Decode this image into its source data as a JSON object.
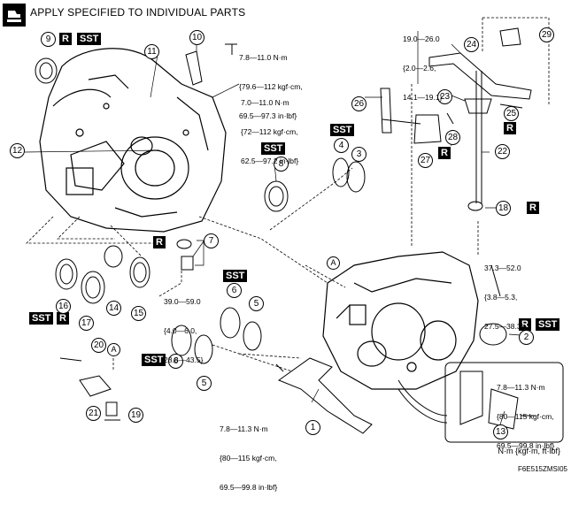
{
  "header": {
    "title": "APPLY SPECIFIED TO INDIVIDUAL PARTS"
  },
  "badges": {
    "r": "R",
    "sst": "SST"
  },
  "callouts": {
    "c1": "1",
    "c2": "2",
    "c3": "3",
    "c4": "4",
    "c5": "5",
    "c6": "6",
    "c7": "7",
    "c8": "8",
    "c9": "9",
    "c10": "10",
    "c11": "11",
    "c12": "12",
    "c13": "13",
    "c14": "14",
    "c15": "15",
    "c16": "16",
    "c17": "17",
    "c18": "18",
    "c19": "19",
    "c20": "20",
    "c21": "21",
    "c22": "22",
    "c23": "23",
    "c24": "24",
    "c25": "25",
    "c26": "26",
    "c27": "27",
    "c28": "28",
    "c29": "29"
  },
  "letters": {
    "a": "A"
  },
  "torques": {
    "t10": [
      "7.8—11.0 N·m",
      "{79.6—112 kgf·cm,",
      "69.5—97.3 in·lbf}"
    ],
    "t12": [
      "7.0—11.0 N·m",
      "{72—112 kgf·cm,",
      "62.5—97.2 in·lbf}"
    ],
    "t26": [
      "19.0—26.0",
      "{2.0—2.6,",
      "14.1—19.1}"
    ],
    "t7": [
      "39.0—59.0",
      "{4.0—6.0,",
      "28.8—43.5}"
    ],
    "t2": [
      "37.3—52.0",
      "{3.8—5.3,",
      "27.5—38.3}"
    ],
    "t1": [
      "7.8—11.3 N·m",
      "{80—115 kgf·cm,",
      "69.5—99.8 in·lbf}"
    ],
    "t13": [
      "7.8—11.3 N·m",
      "{80—115 kgf·cm,",
      "69.5—99.8 in·lbf}"
    ]
  },
  "legend": "N·m {kgf·m, ft·lbf}",
  "figure_id": "F6E515ZMSI05"
}
